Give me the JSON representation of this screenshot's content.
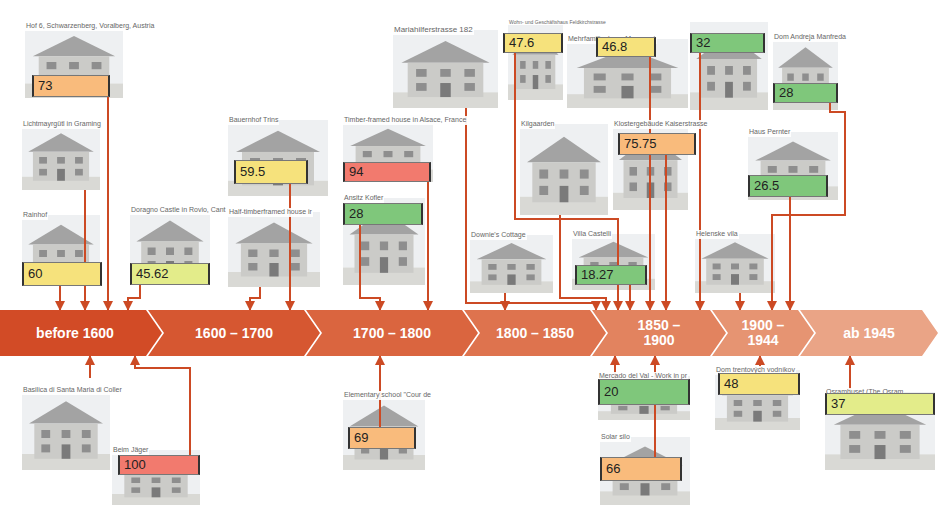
{
  "diagram": {
    "nodes": [
      {
        "text": [
          "before 1600"
        ]
      },
      {
        "text": [
          "1600 – 1700"
        ]
      },
      {
        "text": [
          "1700 – 1800"
        ]
      },
      {
        "text": [
          "1800 – 1850"
        ]
      },
      {
        "text": [
          "1850 – 1900"
        ]
      },
      {
        "text": [
          "1900 – 1944"
        ]
      },
      {
        "text": [
          "ab 1945"
        ]
      },
      {
        "text": [
          "Hof 6, Schwarzenberg, Voralberg, Austria"
        ]
      },
      {
        "text": [
          "73"
        ],
        "in": 7
      },
      {
        "text": [
          "Lichtmayrgütl in Graming"
        ]
      },
      {
        "text": [
          "Rainhof"
        ]
      },
      {
        "text": [
          "60"
        ],
        "in": 10
      },
      {
        "text": [
          "Doragno Castle in Rovio, Cant"
        ]
      },
      {
        "text": [
          "45.62"
        ],
        "in": 12
      },
      {
        "text": [
          "Basilica di Santa Maria di Coller"
        ]
      },
      {
        "text": [
          "Beim Jäger"
        ]
      },
      {
        "text": [
          "100"
        ],
        "in": 15
      },
      {
        "text": [
          "Bauernhof Trins"
        ]
      },
      {
        "text": [
          "59.5"
        ],
        "in": 17
      },
      {
        "text": [
          "Half-timberframed house ir"
        ]
      },
      {
        "text": [
          "Timber-framed house in Alsace, France"
        ]
      },
      {
        "text": [
          "94"
        ],
        "in": 20
      },
      {
        "text": [
          "Ansitz Kofler"
        ]
      },
      {
        "text": [
          "28"
        ],
        "in": 22
      },
      {
        "text": [
          "Elementary school \"Cour de"
        ]
      },
      {
        "text": [
          "69"
        ],
        "in": 24
      },
      {
        "text": [
          "Downie's Cottage"
        ]
      },
      {
        "text": [
          "Mariahilferstrasse 182"
        ]
      },
      {
        "text": [
          "Wohn- und Geschäftshaus Feldkirchstrasse"
        ]
      },
      {
        "text": [
          "47.6"
        ],
        "in": 28
      },
      {
        "text": [
          "Mehrfamilienhaus Magnusst"
        ]
      },
      {
        "text": [
          "46.8"
        ],
        "in": 30
      },
      {
        "text": [
          "32"
        ]
      },
      {
        "text": [
          "Kilgaarden"
        ]
      },
      {
        "text": [
          "Klostergebäude Kaiserstrasse"
        ]
      },
      {
        "text": [
          "75.75"
        ],
        "in": 34
      },
      {
        "text": [
          "Villa Castelli"
        ]
      },
      {
        "text": [
          "18.27"
        ],
        "in": 36
      },
      {
        "text": [
          "Mercado del Val - Work in pr"
        ]
      },
      {
        "text": [
          "20"
        ],
        "in": 38
      },
      {
        "text": [
          "Solar silo"
        ]
      },
      {
        "text": [
          "66"
        ],
        "in": 40
      },
      {
        "text": [
          "Dom Andreja Manfreda"
        ]
      },
      {
        "text": [
          "28"
        ],
        "in": 42
      },
      {
        "text": [
          "Haus Pernter"
        ]
      },
      {
        "text": [
          "26.5"
        ],
        "in": 44
      },
      {
        "text": [
          "Helenske vila"
        ]
      },
      {
        "text": [
          "Dom trentových vodníkov"
        ]
      },
      {
        "text": [
          "48"
        ],
        "in": 47
      },
      {
        "text": [
          "Osramhuset (The Osram"
        ]
      },
      {
        "text": [
          "37"
        ],
        "in": 49
      }
    ],
    "edges": [
      {
        "from": 8,
        "to": 0,
        "arrow": "to"
      },
      {
        "from": 9,
        "to": 0,
        "arrow": "to"
      },
      {
        "from": 11,
        "to": 0,
        "arrow": "to"
      },
      {
        "from": 13,
        "to": 0,
        "arrow": "to"
      },
      {
        "from": 14,
        "to": 0,
        "arrow": "to"
      },
      {
        "from": 16,
        "to": 0,
        "arrow": "to"
      },
      {
        "from": 18,
        "to": 1,
        "arrow": "to"
      },
      {
        "from": 19,
        "to": 1,
        "arrow": "to"
      },
      {
        "from": 21,
        "to": 2,
        "arrow": "to"
      },
      {
        "from": 23,
        "to": 2,
        "arrow": "to"
      },
      {
        "from": 25,
        "to": 2,
        "arrow": "to"
      },
      {
        "from": 26,
        "to": 3,
        "arrow": "to"
      },
      {
        "from": 27,
        "to": 4,
        "arrow": "to"
      },
      {
        "from": 33,
        "to": 4,
        "arrow": "to"
      },
      {
        "from": 29,
        "to": 4,
        "arrow": "to"
      },
      {
        "from": 37,
        "to": 4,
        "arrow": "to"
      },
      {
        "from": 31,
        "to": 4,
        "arrow": "to"
      },
      {
        "from": 35,
        "to": 4,
        "arrow": "to"
      },
      {
        "from": 32,
        "to": 4,
        "arrow": "to"
      },
      {
        "from": 39,
        "to": 4,
        "arrow": "to"
      },
      {
        "from": 41,
        "to": 4,
        "arrow": "to"
      },
      {
        "from": 43,
        "to": 5,
        "arrow": "to"
      },
      {
        "from": 45,
        "to": 5,
        "arrow": "to"
      },
      {
        "from": 46,
        "to": 5,
        "arrow": "to"
      },
      {
        "from": 48,
        "to": 5,
        "arrow": "to"
      },
      {
        "from": 50,
        "to": 6,
        "arrow": "to"
      }
    ]
  }
}
